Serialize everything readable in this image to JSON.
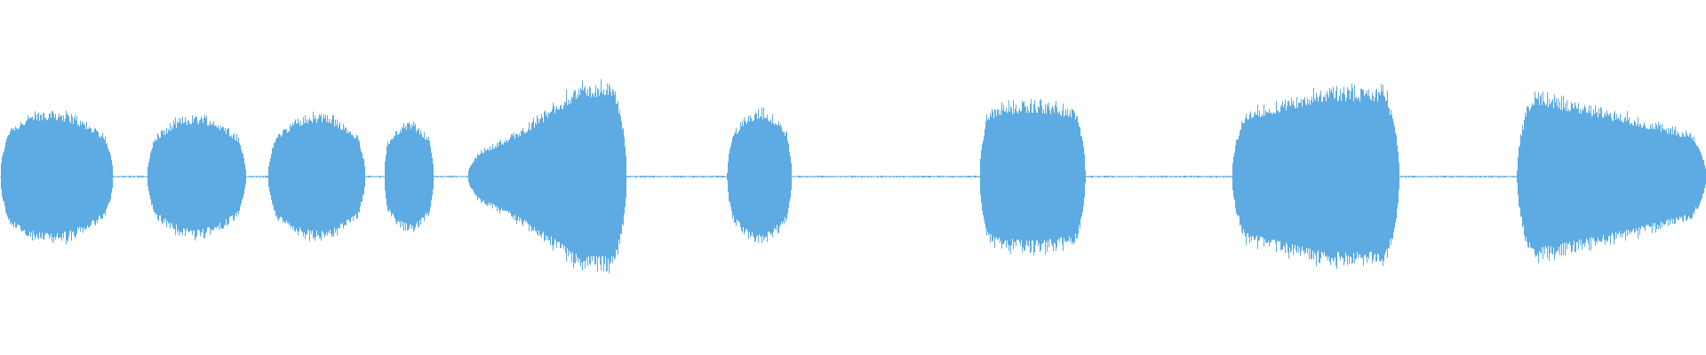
{
  "waveform": {
    "color": "#5dabe2",
    "background": "#ffffff",
    "duration_fraction_range": [
      0,
      1
    ],
    "segments": [
      {
        "start": 0.0,
        "end": 0.066,
        "peak": 0.4,
        "envelope": "swell-then-fade",
        "noise_floor": 0.012
      },
      {
        "start": 0.086,
        "end": 0.144,
        "peak": 0.37,
        "envelope": "dome",
        "noise_floor": 0.012
      },
      {
        "start": 0.157,
        "end": 0.214,
        "peak": 0.38,
        "envelope": "dome",
        "noise_floor": 0.012
      },
      {
        "start": 0.225,
        "end": 0.254,
        "peak": 0.33,
        "envelope": "dome",
        "noise_floor": 0.012
      },
      {
        "start": 0.274,
        "end": 0.367,
        "peak": 0.56,
        "envelope": "crescendo",
        "noise_floor": 0.015
      },
      {
        "start": 0.426,
        "end": 0.464,
        "peak": 0.4,
        "envelope": "dome",
        "noise_floor": 0.015
      },
      {
        "start": 0.574,
        "end": 0.636,
        "peak": 0.45,
        "envelope": "flat",
        "noise_floor": 0.015
      },
      {
        "start": 0.722,
        "end": 0.82,
        "peak": 0.53,
        "envelope": "rising-plateau",
        "noise_floor": 0.015
      },
      {
        "start": 0.889,
        "end": 1.0,
        "peak": 0.52,
        "envelope": "decay",
        "noise_floor": 0.015
      }
    ]
  }
}
